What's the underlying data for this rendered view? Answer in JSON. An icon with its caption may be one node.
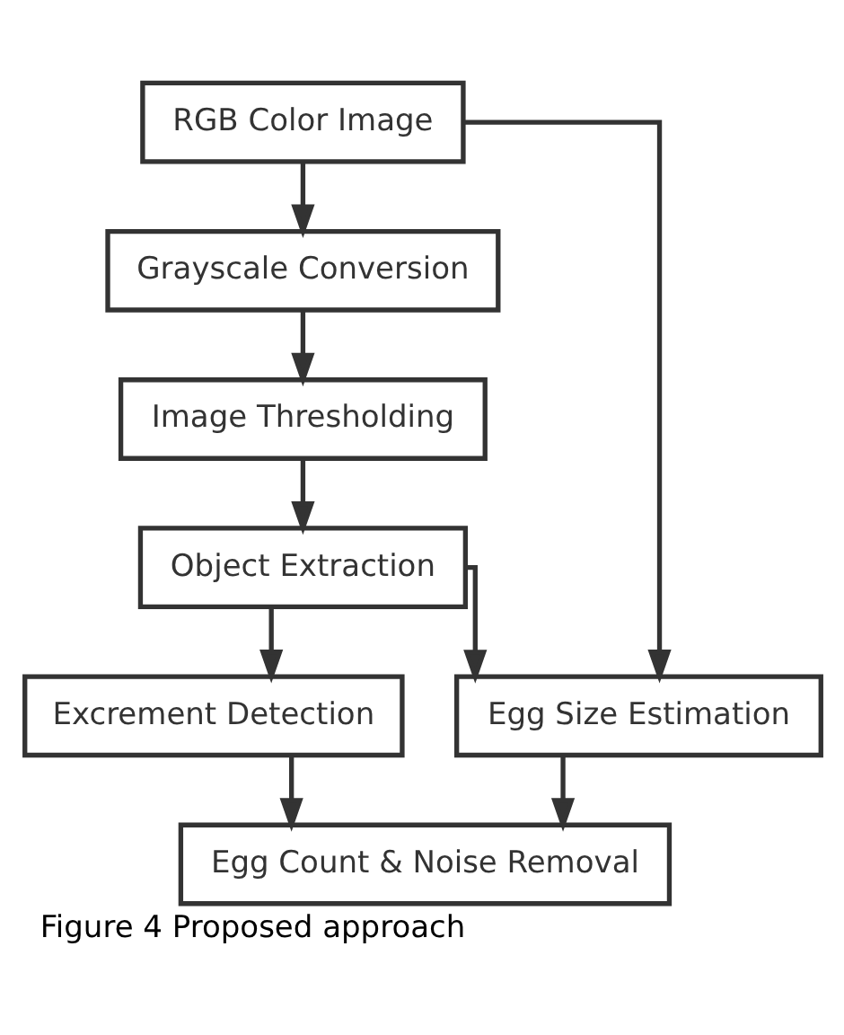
{
  "diagram": {
    "caption": "Figure 4 Proposed approach",
    "nodes": [
      {
        "text": [
          "RGB Color Image"
        ]
      },
      {
        "text": [
          "Grayscale Conversion"
        ]
      },
      {
        "text": [
          "Image Thresholding"
        ]
      },
      {
        "text": [
          "Object Extraction"
        ]
      },
      {
        "text": [
          "Excrement Detection"
        ]
      },
      {
        "text": [
          "Egg Size Estimation"
        ]
      },
      {
        "text": [
          "Egg Count & Noise Removal"
        ]
      }
    ],
    "edges": [
      {
        "from": 0,
        "to": 1,
        "arrow": "to"
      },
      {
        "from": 1,
        "to": 2,
        "arrow": "to"
      },
      {
        "from": 2,
        "to": 3,
        "arrow": "to"
      },
      {
        "from": 3,
        "to": 4,
        "arrow": "to"
      },
      {
        "from": 3,
        "to": 5,
        "arrow": "to"
      },
      {
        "from": 0,
        "to": 5,
        "arrow": "to"
      },
      {
        "from": 4,
        "to": 6,
        "arrow": "to"
      },
      {
        "from": 5,
        "to": 6,
        "arrow": "to"
      }
    ]
  }
}
